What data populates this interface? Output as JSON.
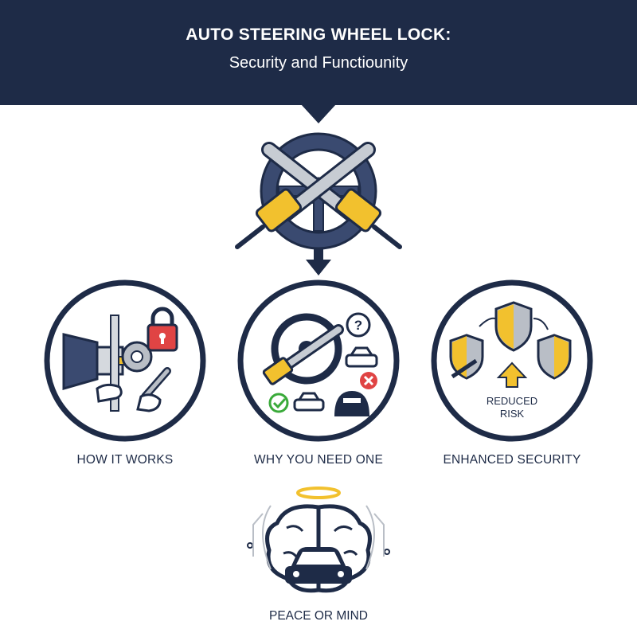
{
  "header": {
    "title": "AUTO STEERING WHEEL LOCK:",
    "subtitle": "Security and Functiounity"
  },
  "sections": [
    {
      "label": "HOW IT WORKS"
    },
    {
      "label": "WHY YOU NEED ONE"
    },
    {
      "label": "ENHANCED SECURITY",
      "inner_text": [
        "REDUCED",
        "RISK"
      ]
    }
  ],
  "footer": {
    "label": "PEACE OR MIND"
  },
  "colors": {
    "navy": "#1e2b47",
    "yellow": "#f2c12e",
    "steel": "#b9bec6",
    "red": "#e04444",
    "green": "#3aaa3a"
  },
  "icons": [
    "steering-wheel-lock-icon",
    "padlock-icon",
    "gear-icon",
    "wrench-icon",
    "question-icon",
    "car-icon",
    "thief-icon",
    "check-icon",
    "cross-icon",
    "shield-icon",
    "arrow-up-icon",
    "brain-icon",
    "halo-icon"
  ]
}
